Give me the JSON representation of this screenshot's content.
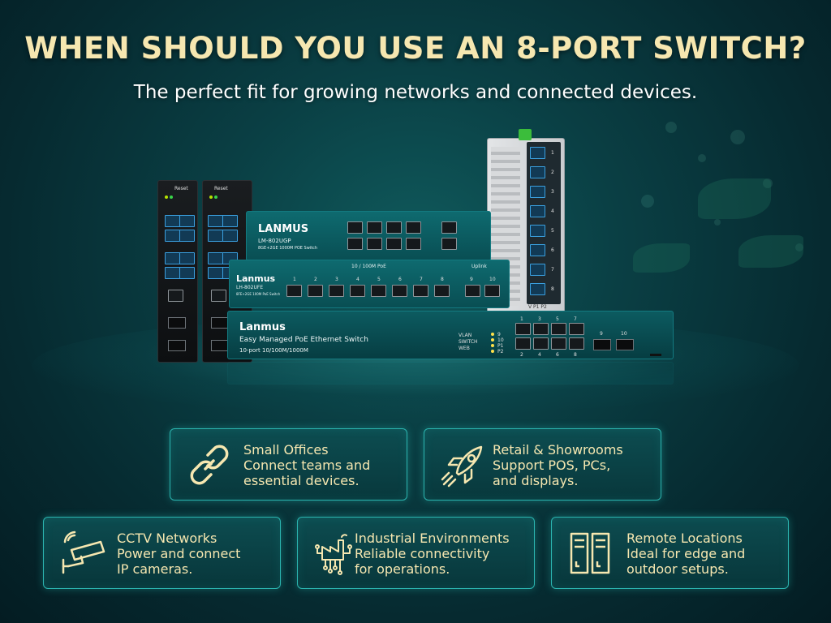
{
  "headline": "WHEN SHOULD YOU USE AN 8-PORT SWITCH?",
  "subheadline": "The perfect fit for growing networks and connected devices.",
  "products": {
    "tower_left_label": "Reset",
    "tower_right_label": "Reset",
    "switch_top": {
      "brand": "LANMUS",
      "model": "LM-802UGP",
      "desc": "8GE+2GE 1000M POE Switch"
    },
    "switch_mid": {
      "brand": "Lanmus",
      "model": "LH-802UFE",
      "desc": "8FE+2GE 100M PoE Switch",
      "group_poe": "10 / 100M PoE",
      "group_uplink": "Uplink",
      "ports": [
        "1",
        "2",
        "3",
        "4",
        "5",
        "6",
        "7",
        "8"
      ],
      "uplinks": [
        "9",
        "10"
      ]
    },
    "switch_front": {
      "brand": "Lanmus",
      "title": "Easy Managed PoE Ethernet Switch",
      "subtitle": "10-port 10/100M/1000M",
      "mode_labels": [
        "VLAN",
        "SWITCH",
        "WEB"
      ],
      "top_numbers": [
        "1",
        "3",
        "5",
        "7"
      ],
      "bottom_numbers": [
        "2",
        "4",
        "6",
        "8"
      ],
      "led_labels": [
        "9",
        "10",
        "P1",
        "P2"
      ],
      "sfp_numbers": [
        "9",
        "10"
      ]
    },
    "din_rail_numbers": [
      "1",
      "2",
      "3",
      "4",
      "5",
      "6",
      "7",
      "8"
    ],
    "din_rail_bottom": "V P1 P2"
  },
  "cards": [
    {
      "icon": "chain-link-icon",
      "title": "Small Offices",
      "lines": [
        "Connect teams and",
        "essential devices."
      ]
    },
    {
      "icon": "rocket-icon",
      "title": "Retail & Showrooms",
      "lines": [
        "Support POS, PCs,",
        "and displays."
      ]
    },
    {
      "icon": "cctv-camera-icon",
      "title": "CCTV Networks",
      "lines": [
        "Power and connect",
        "IP cameras."
      ]
    },
    {
      "icon": "factory-circuit-icon",
      "title": "Industrial Environments",
      "lines": [
        "Reliable connectivity",
        "for operations."
      ]
    },
    {
      "icon": "server-rack-icon",
      "title": "Remote Locations",
      "lines": [
        "Ideal for edge and",
        "outdoor setups."
      ]
    }
  ],
  "colors": {
    "accent_gold": "#f6e7b0",
    "card_border": "#2bb5b0",
    "background": "#0a3f44"
  }
}
